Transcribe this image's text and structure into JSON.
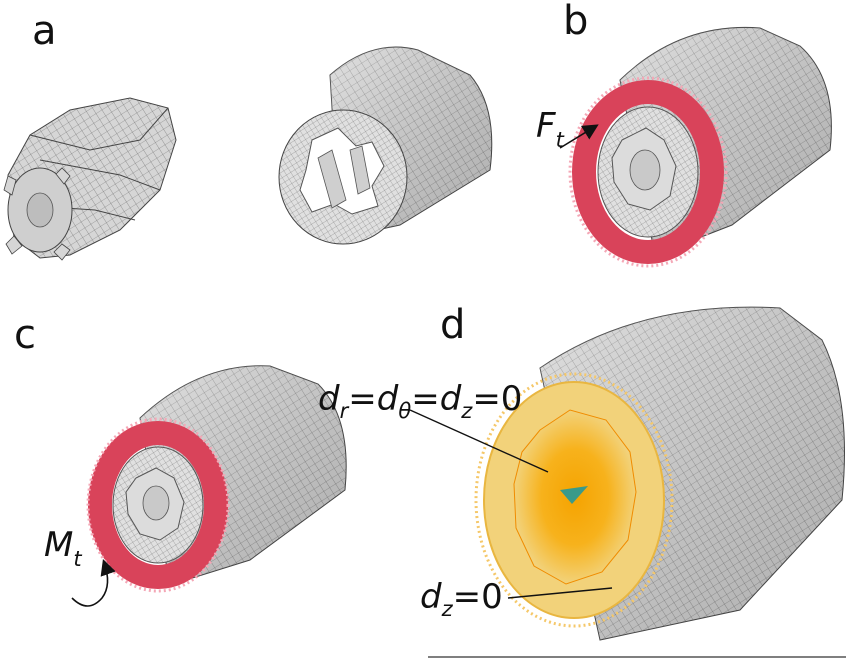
{
  "panels": {
    "a": {
      "letter": "a"
    },
    "b": {
      "letter": "b",
      "force_label": {
        "main": "F",
        "sub": "t"
      }
    },
    "c": {
      "letter": "c",
      "moment_label": {
        "main": "M",
        "sub": "t"
      }
    },
    "d": {
      "letter": "d",
      "constraint_label": {
        "d1": "d",
        "s1": "r",
        "eq1": "=",
        "d2": "d",
        "s2": "θ",
        "eq2": "=",
        "d3": "d",
        "s3": "z",
        "eq3": "=0"
      },
      "end_label": {
        "d": "d",
        "s": "z",
        "eq": "=0"
      }
    }
  },
  "colors": {
    "mesh_fill": "#d9d9d9",
    "mesh_line": "#555555",
    "face_fill": "#ececec",
    "load_red": "#d9435a",
    "load_pink": "#f4a7b6",
    "constraint_orange": "#f5a300",
    "constraint_yellow": "#f2d27a"
  }
}
